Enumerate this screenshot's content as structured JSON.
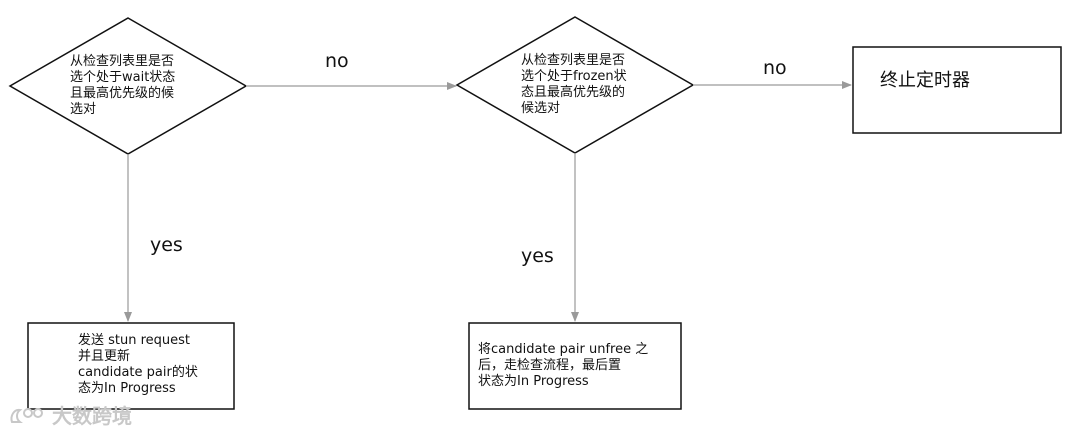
{
  "nodes": {
    "decision_wait": {
      "text": "从检查列表里是否\n选个处于wait状态\n且最高优先级的候\n选对"
    },
    "decision_frozen": {
      "text": "从检查列表里是否\n选个处于frozen状\n态且最高优先级的\n候选对"
    },
    "terminate": {
      "text": "终止定时器"
    },
    "action_send": {
      "text": "发送 stun request\n并且更新\ncandidate pair的状\n态为In Progress"
    },
    "action_unfree": {
      "text": "将candidate pair unfree 之\n后，走检查流程，最后置\n状态为In Progress"
    }
  },
  "edges": {
    "wait_no": "no",
    "frozen_no": "no",
    "wait_yes": "yes",
    "frozen_yes": "yes"
  },
  "watermark": {
    "text": "大数跨境"
  },
  "colors": {
    "node_stroke": "#111111",
    "arrow": "#9a9a9a",
    "watermark": "#c8c8c8"
  }
}
